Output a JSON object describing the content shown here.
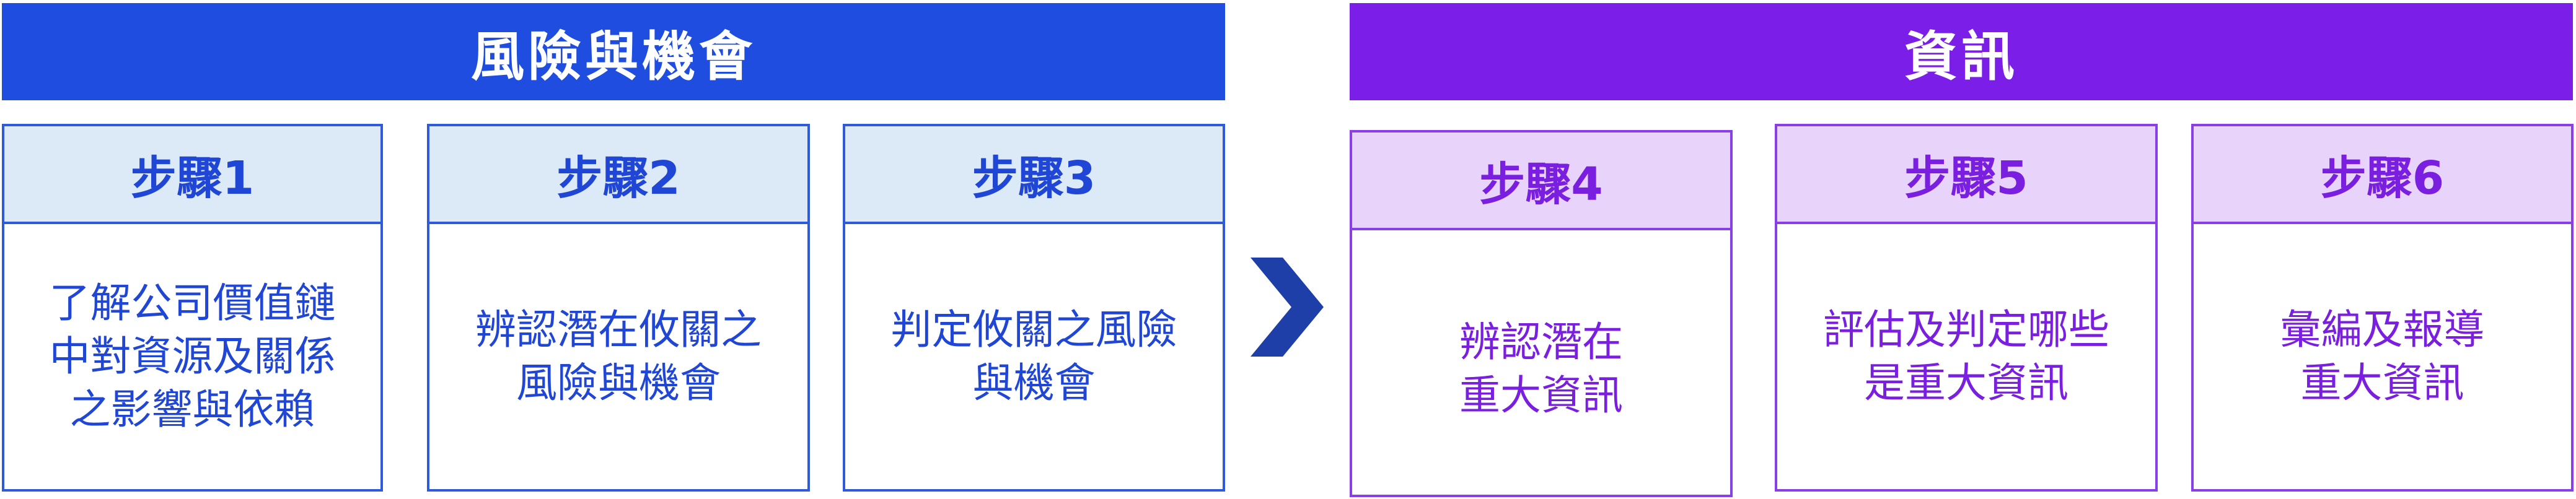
{
  "groups": {
    "risk": {
      "title": "風險與機會",
      "color": "#1f4de0"
    },
    "info": {
      "title": "資訊",
      "color": "#7b1fe8"
    }
  },
  "steps": [
    {
      "label": "步驟1",
      "lines": [
        "了解公司價值鏈",
        "中對資源及關係",
        "之影響與依賴"
      ]
    },
    {
      "label": "步驟2",
      "lines": [
        "辨認潛在攸關之",
        "風險與機會"
      ]
    },
    {
      "label": "步驟3",
      "lines": [
        "判定攸關之風險",
        "與機會"
      ]
    },
    {
      "label": "步驟4",
      "lines": [
        "辨認潛在",
        "重大資訊"
      ]
    },
    {
      "label": "步驟5",
      "lines": [
        "評估及判定哪些",
        "是重大資訊"
      ]
    },
    {
      "label": "步驟6",
      "lines": [
        "彙編及報導",
        "重大資訊"
      ]
    }
  ],
  "icons": {
    "arrow": "chevron-right-icon"
  }
}
